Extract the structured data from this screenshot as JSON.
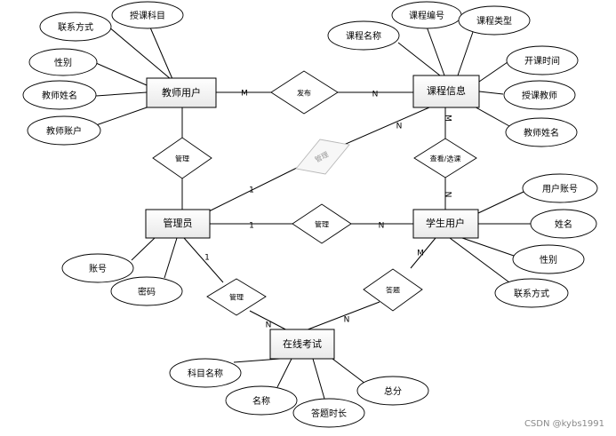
{
  "entities": {
    "teacher": "教师用户",
    "course": "课程信息",
    "admin": "管理员",
    "student": "学生用户",
    "exam": "在线考试"
  },
  "attributes": {
    "teacher_contact": "联系方式",
    "teacher_subject": "授课科目",
    "teacher_gender": "性别",
    "teacher_name": "教师姓名",
    "teacher_account": "教师账户",
    "course_name": "课程名称",
    "course_id": "课程编号",
    "course_type": "课程类型",
    "course_start": "开课时间",
    "course_teacher": "授课教师",
    "course_teacher_name": "教师姓名",
    "student_account": "用户账号",
    "student_name": "姓名",
    "student_gender": "性别",
    "student_contact": "联系方式",
    "admin_account": "账号",
    "admin_password": "密码",
    "exam_subject": "科目名称",
    "exam_name": "名称",
    "exam_duration": "答题时长",
    "exam_score": "总分"
  },
  "relationships": {
    "publish": "发布",
    "admin_teacher": "管理",
    "admin_course": "管理",
    "view_select": "查看/选课",
    "admin_student": "管理",
    "admin_exam": "管理",
    "answer": "答题"
  },
  "cardinalities": {
    "teacher_publish": "M",
    "publish_course": "N",
    "admin_to_course": "1",
    "course_from_admin": "N",
    "course_view": "M",
    "view_student": "N",
    "admin_to_student": "1",
    "student_from_admin": "N",
    "admin_to_exam": "1",
    "exam_from_admin": "N",
    "student_to_exam": "M",
    "exam_from_student": "N"
  },
  "watermark": "CSDN @kybs1991"
}
